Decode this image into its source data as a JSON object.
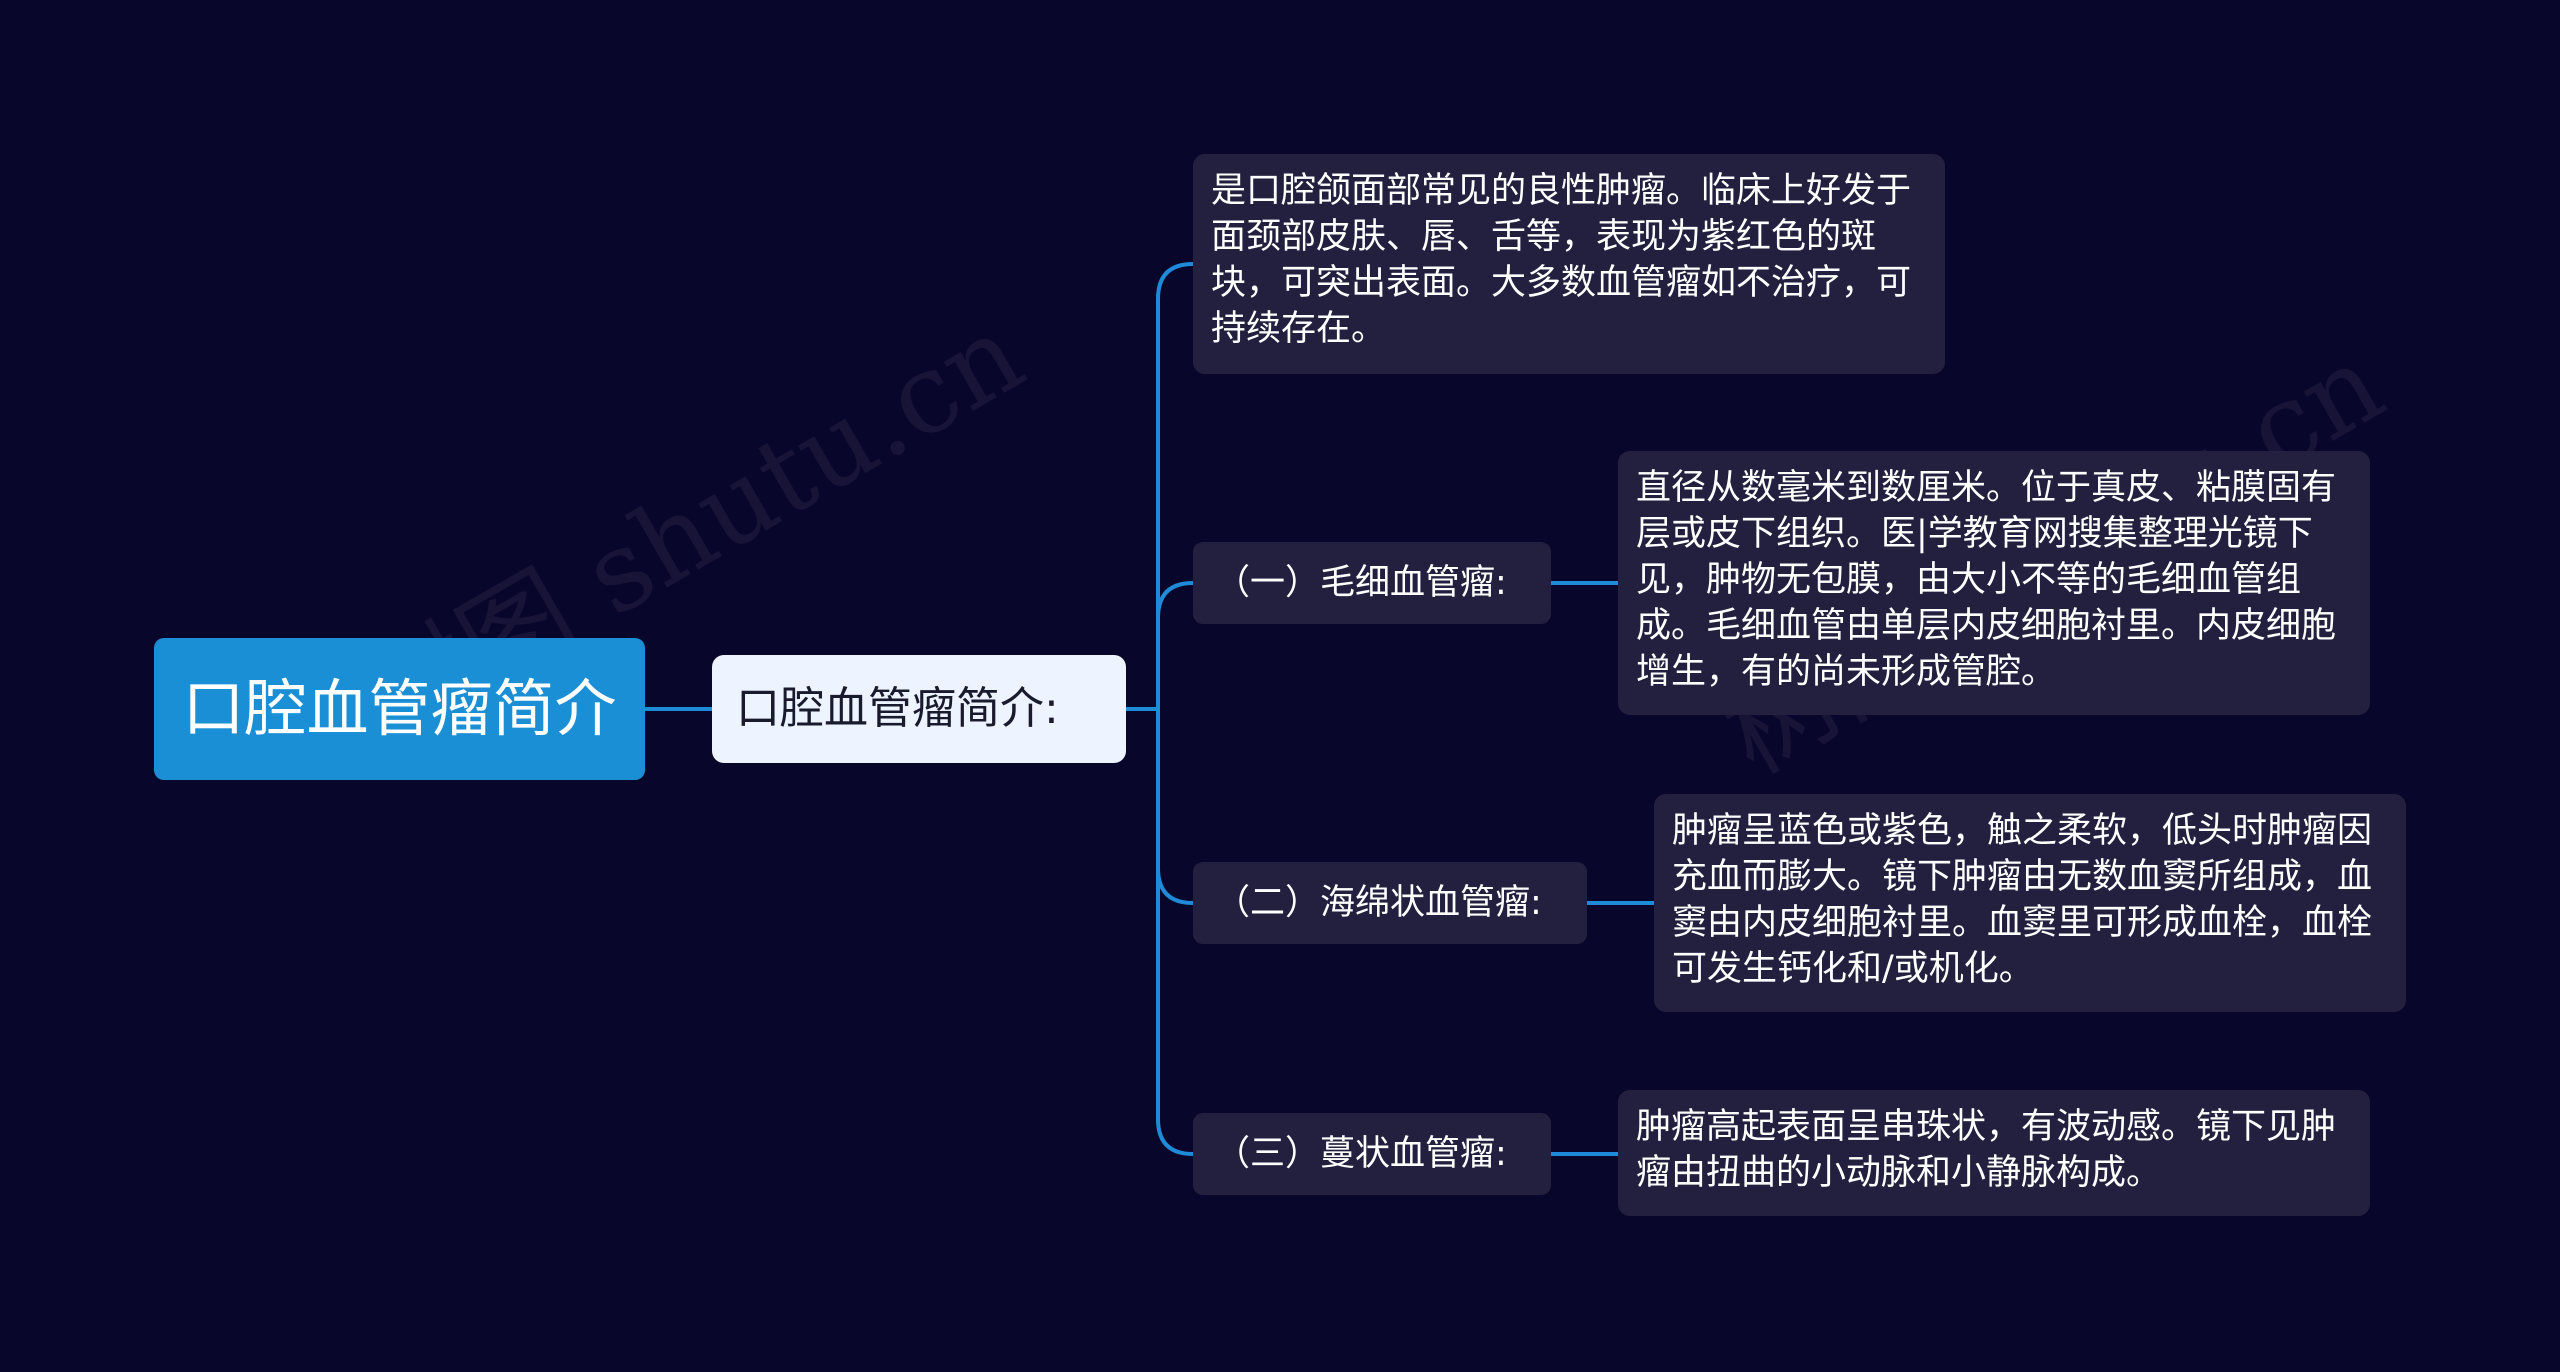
{
  "root": {
    "label": "口腔血管瘤简介"
  },
  "subtopic": {
    "label": "口腔血管瘤简介:"
  },
  "intro": {
    "text": "是口腔颌面部常见的良性肿瘤。临床上好发于面颈部皮肤、唇、舌等，表现为紫红色的斑块，可突出表面。大多数血管瘤如不治疗，可持续存在。"
  },
  "categories": [
    {
      "label": "（一）毛细血管瘤:",
      "description": "直径从数毫米到数厘米。位于真皮、粘膜固有层或皮下组织。医|学教育网搜集整理光镜下见，肿物无包膜，由大小不等的毛细血管组成。毛细血管由单层内皮细胞衬里。内皮细胞增生，有的尚未形成管腔。"
    },
    {
      "label": "（二）海绵状血管瘤:",
      "description": "肿瘤呈蓝色或紫色，触之柔软，低头时肿瘤因充血而膨大。镜下肿瘤由无数血窦所组成，血窦由内皮细胞衬里。血窦里可形成血栓，血栓可发生钙化和/或机化。"
    },
    {
      "label": "（三）蔓状血管瘤:",
      "description": "肿瘤高起表面呈串珠状，有波动感。镜下见肿瘤由扭曲的小动脉和小静脉构成。"
    }
  ],
  "watermark": "树图 shutu.cn",
  "colors": {
    "background": "#09062b",
    "root_fill": "#1a8fd6",
    "subtopic_fill": "#eef4ff",
    "node_fill": "#23203f",
    "connector": "#1f8ad8"
  }
}
